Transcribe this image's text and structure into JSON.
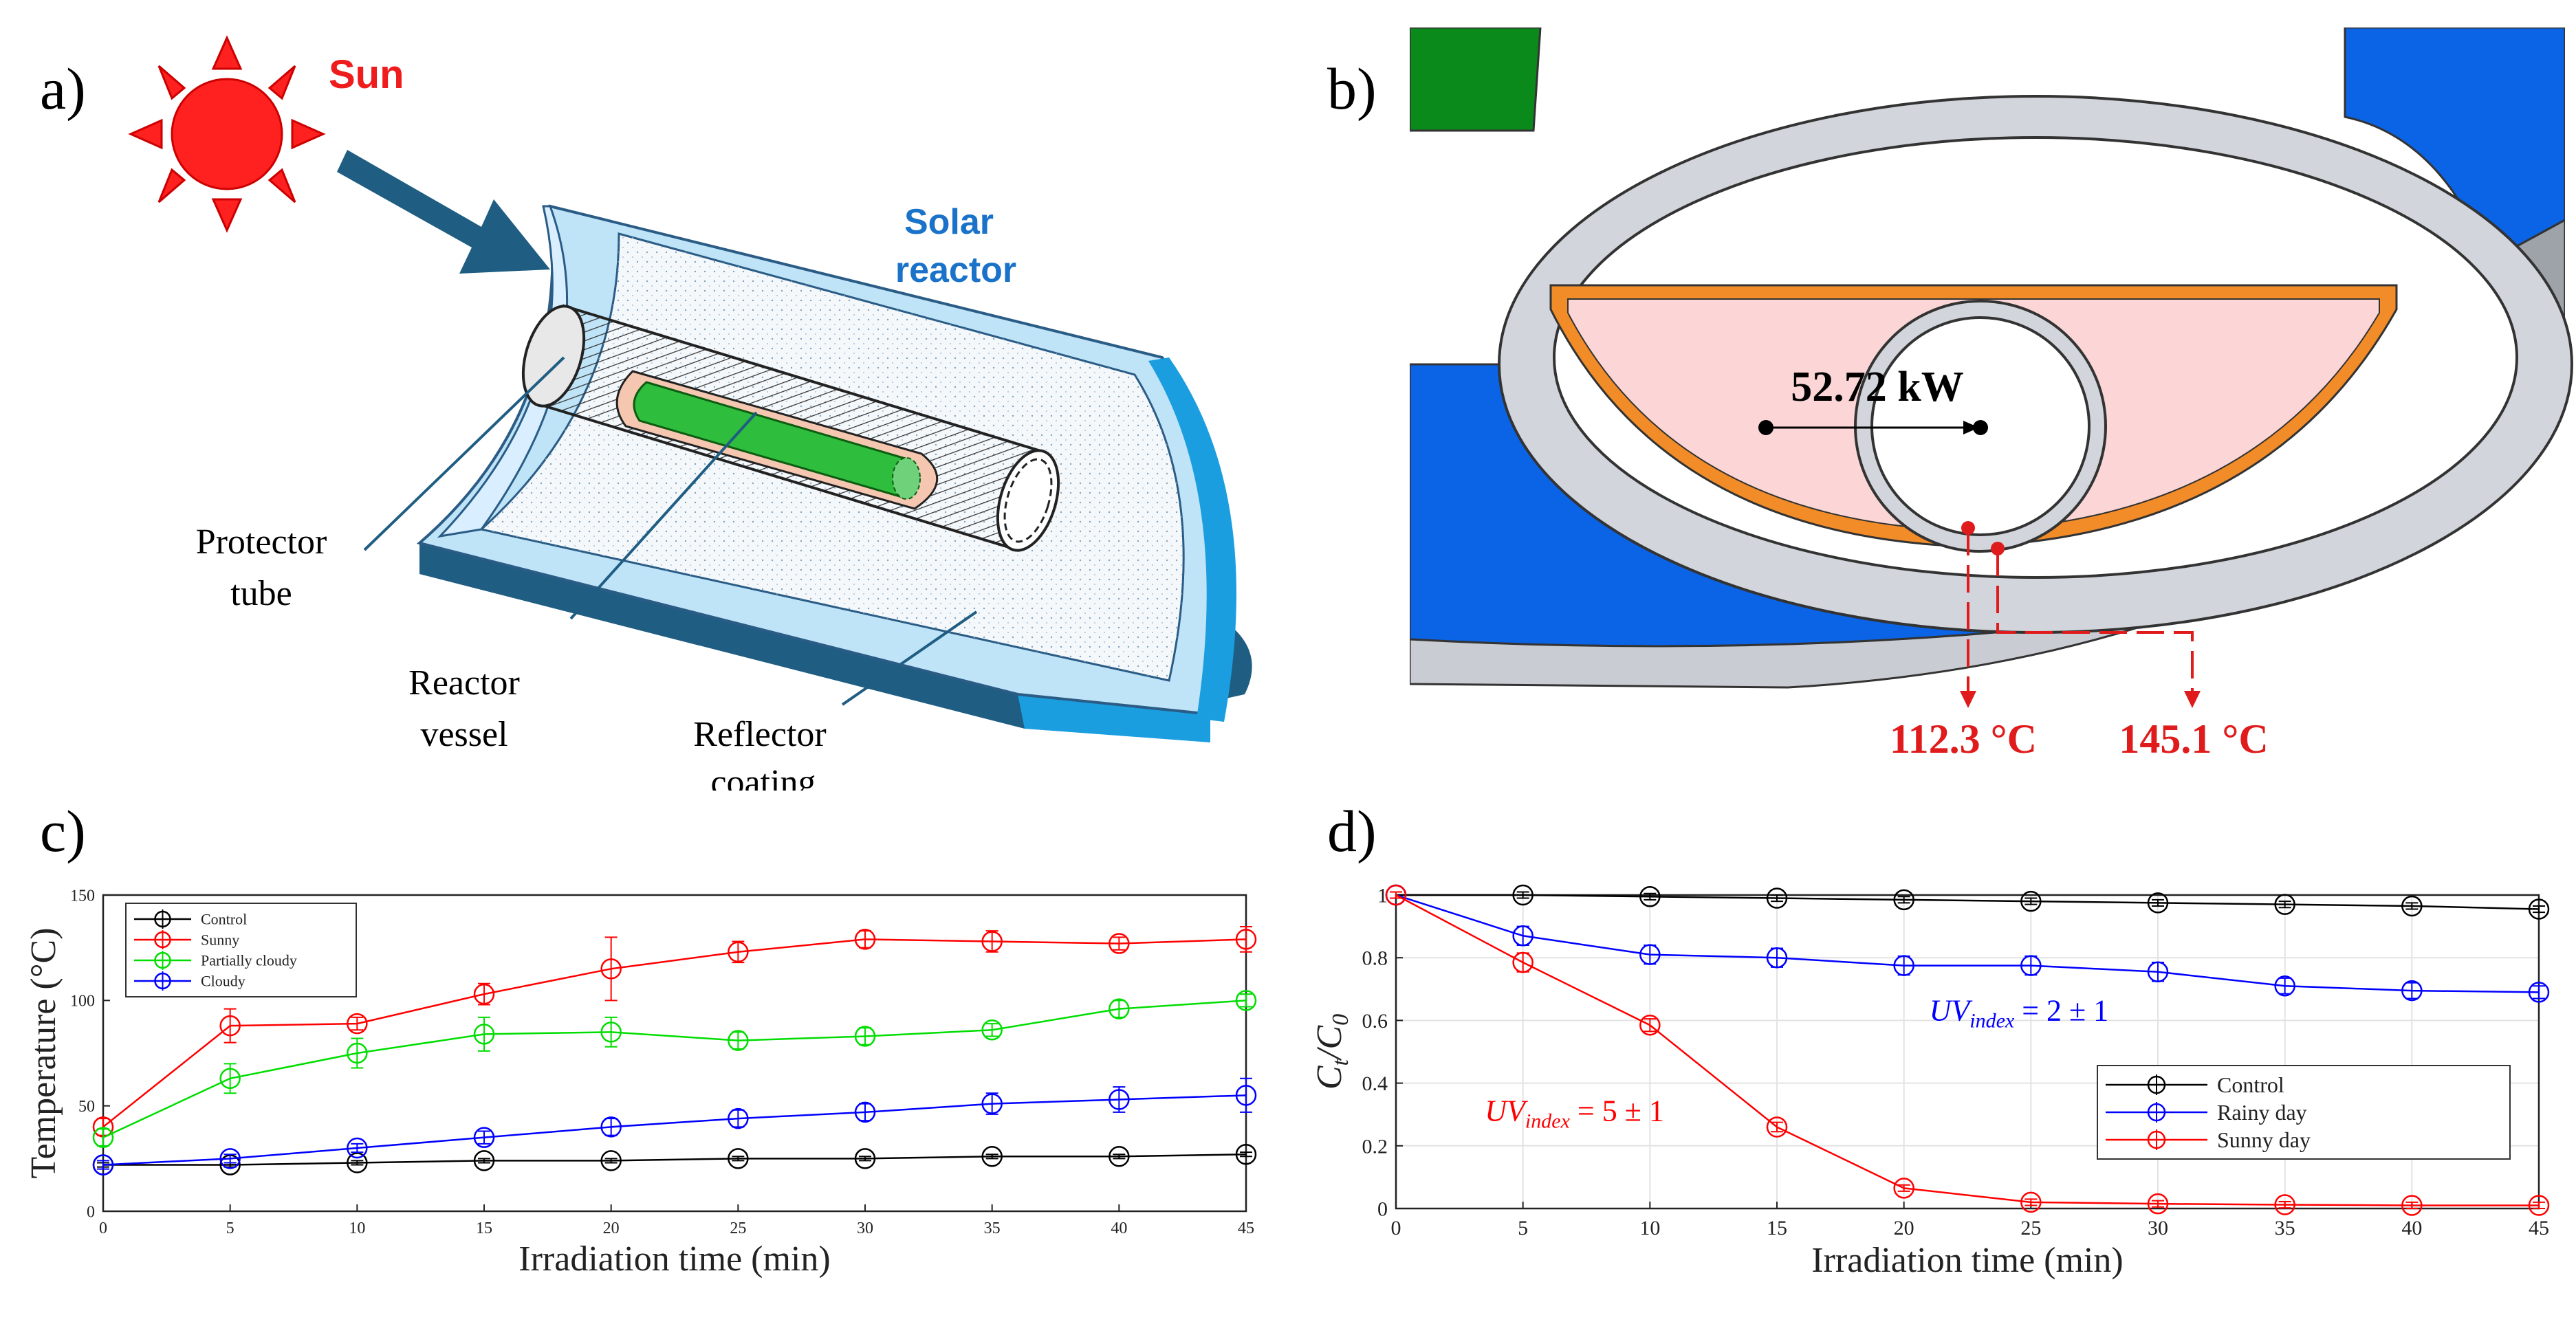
{
  "panel_a": {
    "label": "a)",
    "sun_label": "Sun",
    "reactor_label": [
      "Solar",
      "reactor"
    ],
    "protector_label": [
      "Protector",
      "tube"
    ],
    "vessel_label": [
      "Reactor",
      "vessel"
    ],
    "reflector_label": [
      "Reflector",
      "coating"
    ]
  },
  "panel_b": {
    "label": "b)",
    "power_label": "52.72 kW",
    "temp_left": "112.3 °C",
    "temp_right": "145.1 °C",
    "colors": {
      "ring": "#d2d6dc",
      "blue": "#0b63e5",
      "green": "#0b8a1c",
      "orange": "#f28c28",
      "pink": "#fcd6d6",
      "red": "#e01b1b"
    }
  },
  "chart_data": [
    {
      "id": "c",
      "label": "c)",
      "type": "line",
      "xlabel": "Irradiation time (min)",
      "ylabel": "Temperature (°C)",
      "x": [
        0,
        5,
        10,
        15,
        20,
        25,
        30,
        35,
        40,
        45
      ],
      "xticks": [
        "0",
        "5",
        "10",
        "15",
        "20",
        "25",
        "30",
        "35",
        "40",
        "45"
      ],
      "yticks": [
        0,
        50,
        100,
        150
      ],
      "xlim": [
        0,
        45
      ],
      "ylim": [
        0,
        150
      ],
      "grid": false,
      "legend": "top-left",
      "series": [
        {
          "name": "Control",
          "color": "#000000",
          "values": [
            22,
            22,
            23,
            24,
            24,
            25,
            25,
            26,
            26,
            27
          ],
          "err": [
            1,
            1,
            1,
            1,
            1,
            1,
            1,
            1,
            1,
            1
          ]
        },
        {
          "name": "Sunny",
          "color": "#ff0000",
          "values": [
            40,
            88,
            89,
            103,
            115,
            123,
            129,
            128,
            127,
            129
          ],
          "err": [
            4,
            8,
            3,
            5,
            15,
            5,
            4,
            5,
            3,
            6
          ]
        },
        {
          "name": "Partially cloudy",
          "color": "#00dd00",
          "values": [
            35,
            63,
            75,
            84,
            85,
            81,
            83,
            86,
            96,
            100
          ],
          "err": [
            4,
            7,
            7,
            8,
            7,
            4,
            4,
            3,
            4,
            3
          ]
        },
        {
          "name": "Cloudy",
          "color": "#0000ff",
          "values": [
            22,
            25,
            30,
            35,
            40,
            44,
            47,
            51,
            53,
            55
          ],
          "err": [
            2,
            2,
            2,
            3,
            4,
            4,
            4,
            5,
            6,
            8
          ]
        }
      ]
    },
    {
      "id": "d",
      "label": "d)",
      "type": "line",
      "xlabel": "Irradiation time (min)",
      "ylabel": "C_t/C_0",
      "x": [
        0,
        5,
        10,
        15,
        20,
        25,
        30,
        35,
        40,
        45
      ],
      "xticks": [
        "0",
        "5",
        "10",
        "15",
        "20",
        "25",
        "30",
        "35",
        "40",
        "45"
      ],
      "yticks": [
        0,
        0.2,
        0.4,
        0.6,
        0.8,
        1
      ],
      "ytick_labels": [
        "0",
        "0.2",
        "0.4",
        "0.6",
        "0.8",
        "1"
      ],
      "xlim": [
        0,
        45
      ],
      "ylim": [
        0,
        1
      ],
      "grid": true,
      "legend": "bottom-right",
      "annotations": [
        {
          "text_main": "UV",
          "text_sub": "index",
          "text_rest": " = 2 ± 1",
          "color": "#0000ff",
          "x": 21,
          "y": 0.6
        },
        {
          "text_main": "UV",
          "text_sub": "index",
          "text_rest": " = 5 ± 1",
          "color": "#ff0000",
          "x": 3.5,
          "y": 0.28
        }
      ],
      "series": [
        {
          "name": "Control",
          "color": "#000000",
          "values": [
            1,
            1,
            0.995,
            0.99,
            0.985,
            0.98,
            0.975,
            0.97,
            0.965,
            0.955
          ],
          "err": [
            0.01,
            0.01,
            0.01,
            0.01,
            0.01,
            0.01,
            0.01,
            0.01,
            0.01,
            0.01
          ]
        },
        {
          "name": "Rainy day",
          "color": "#0000ff",
          "values": [
            1,
            0.87,
            0.81,
            0.8,
            0.775,
            0.775,
            0.755,
            0.71,
            0.695,
            0.69
          ],
          "err": [
            0.01,
            0.03,
            0.03,
            0.03,
            0.03,
            0.03,
            0.03,
            0.025,
            0.025,
            0.02
          ]
        },
        {
          "name": "Sunny day",
          "color": "#ff0000",
          "values": [
            1,
            0.785,
            0.585,
            0.26,
            0.065,
            0.02,
            0.015,
            0.012,
            0.01,
            0.01
          ],
          "err": [
            0.01,
            0.03,
            0.02,
            0.015,
            0.01,
            0.01,
            0.01,
            0.01,
            0.01,
            0.01
          ]
        }
      ]
    }
  ]
}
